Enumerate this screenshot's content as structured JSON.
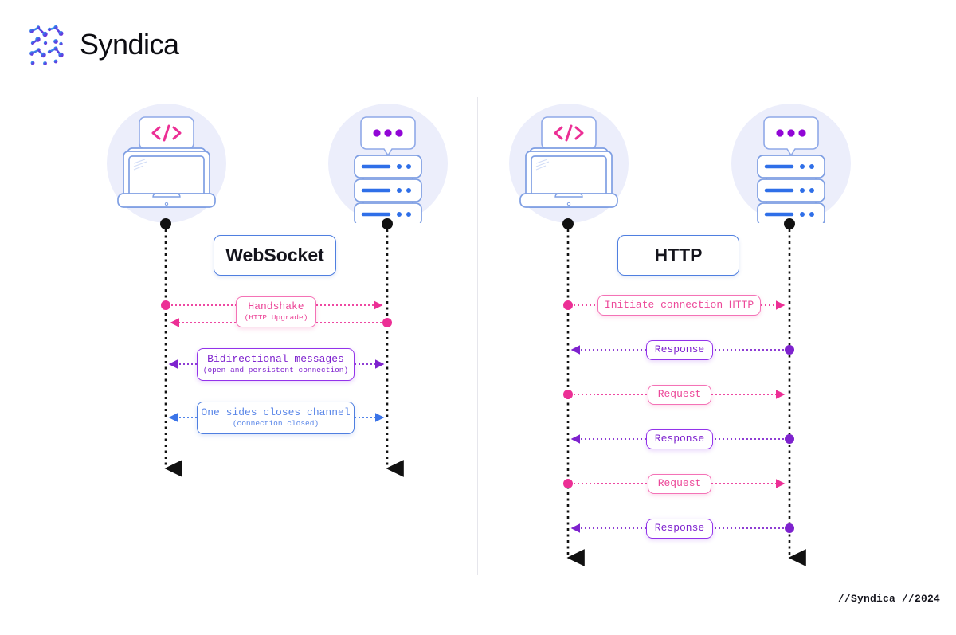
{
  "brand": {
    "name": "Syndica",
    "logo_icon": "syndica-node-graph-icon"
  },
  "footer": {
    "text": "//Syndica //2024"
  },
  "colors": {
    "pink": "#ec4899",
    "purple": "#9333ea",
    "blue": "#4f7fe0",
    "lifeline": "#111111",
    "actor_bg": "#eceefb",
    "divider": "#e6e6ec"
  },
  "panels": [
    {
      "id": "websocket",
      "title": "WebSocket",
      "actors": [
        {
          "role": "client",
          "icon": "laptop-icon",
          "bubble_icon": "code-brackets-icon"
        },
        {
          "role": "server",
          "icon": "server-rack-icon",
          "bubble_icon": "three-dots-icon"
        }
      ],
      "messages": [
        {
          "label": "Handshake",
          "sublabel": "(HTTP Upgrade)",
          "color": "pink",
          "direction": "both"
        },
        {
          "label": "Bidirectional messages",
          "sublabel": "(open and persistent connection)",
          "color": "purple",
          "direction": "both"
        },
        {
          "label": "One sides closes channel",
          "sublabel": "(connection closed)",
          "color": "blue",
          "direction": "both"
        }
      ]
    },
    {
      "id": "http",
      "title": "HTTP",
      "actors": [
        {
          "role": "client",
          "icon": "laptop-icon",
          "bubble_icon": "code-brackets-icon"
        },
        {
          "role": "server",
          "icon": "server-rack-icon",
          "bubble_icon": "three-dots-icon"
        }
      ],
      "messages": [
        {
          "label": "Initiate connection HTTP",
          "sublabel": "",
          "color": "pink",
          "direction": "right"
        },
        {
          "label": "Response",
          "sublabel": "",
          "color": "purple",
          "direction": "left"
        },
        {
          "label": "Request",
          "sublabel": "",
          "color": "pink",
          "direction": "right"
        },
        {
          "label": "Response",
          "sublabel": "",
          "color": "purple",
          "direction": "left"
        },
        {
          "label": "Request",
          "sublabel": "",
          "color": "pink",
          "direction": "right"
        },
        {
          "label": "Response",
          "sublabel": "",
          "color": "purple",
          "direction": "left"
        }
      ]
    }
  ]
}
